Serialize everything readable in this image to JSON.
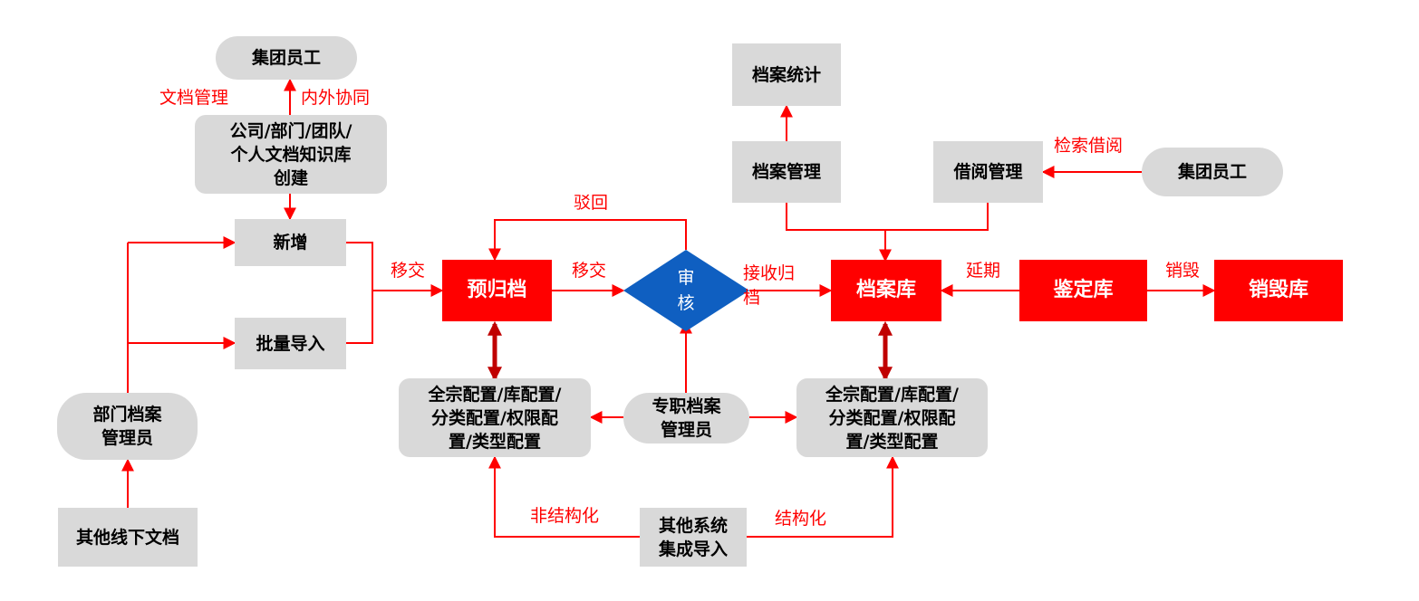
{
  "nodes": {
    "group_staff_top": "集团员工",
    "kb_create": "公司/部门/团队/\n个人文档知识库\n创建",
    "add_new": "新增",
    "batch_import": "批量导入",
    "dept_archivist": "部门档案\n管理员",
    "offline_docs": "其他线下文档",
    "pre_archive": "预归档",
    "review": "审\n核",
    "archive_lib": "档案库",
    "appraisal_lib": "鉴定库",
    "destroy_lib": "销毁库",
    "archive_stats": "档案统计",
    "archive_mgmt": "档案管理",
    "borrow_mgmt": "借阅管理",
    "group_staff_right": "集团员工",
    "config_left": "全宗配置/库配置/\n分类配置/权限配\n置/类型配置",
    "config_right": "全宗配置/库配置/\n分类配置/权限配\n置/类型配置",
    "full_archivist": "专职档案\n管理员",
    "other_systems": "其他系统\n集成导入"
  },
  "labels": {
    "doc_mgmt": "文档管理",
    "collab": "内外协同",
    "transfer_1": "移交",
    "transfer_2": "移交",
    "reject": "驳回",
    "receive_archive": "接收归\n档",
    "extend": "延期",
    "destroy": "销毁",
    "search_borrow": "检索借阅",
    "unstructured": "非结构化",
    "structured": "结构化"
  },
  "colors": {
    "red": "#ff0000",
    "dark_red": "#c00000",
    "node_gray": "#d9d9d9",
    "diamond_blue": "#0f5fc1"
  }
}
